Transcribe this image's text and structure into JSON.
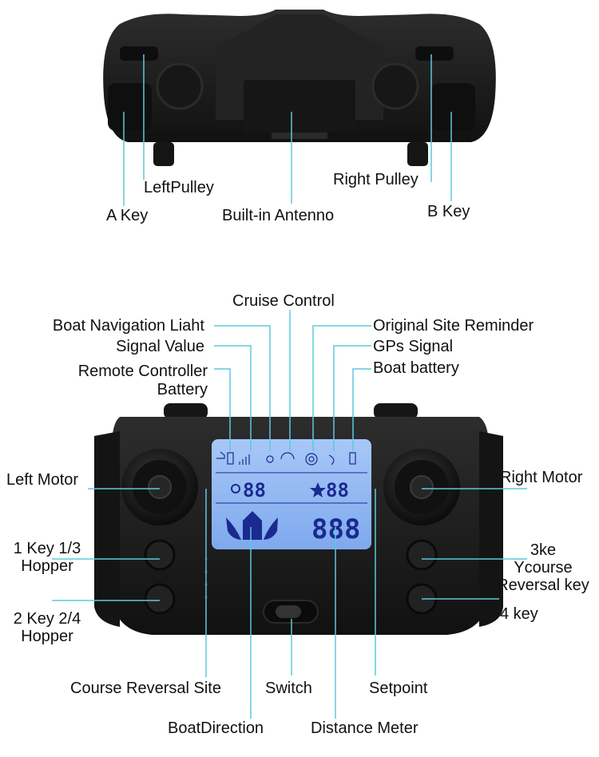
{
  "top_view_labels": {
    "left_pulley": "LeftPulley",
    "a_key": "A Key",
    "antenna": "Built-in Antenno",
    "right_pulley": "Right Pulley",
    "b_key": "B Key"
  },
  "front_view_labels": {
    "cruise_control": "Cruise Control",
    "nav_light": "Boat Navigation Liaht",
    "signal_value": "Signal Value",
    "rc_battery_1": "Remote Controller",
    "rc_battery_2": "Battery",
    "origin_reminder": "Original Site Reminder",
    "gps_signal": "GPs Signal",
    "boat_battery": "Boat battery",
    "left_motor": "Left Motor",
    "right_motor": "Right Motor",
    "key1_1": "1 Key 1/3",
    "key1_2": "Hopper",
    "key2_1": "2 Key 2/4",
    "key2_2": "Hopper",
    "key3_1": "3ke",
    "key3_2": "Ycourse",
    "key3_3": "Reversal key",
    "key4": "4 key",
    "course_reversal": "Course Reversal Site",
    "switch": "Switch",
    "setpoint": "Setpoint",
    "boat_direction": "BoatDirection",
    "distance_meter": "Distance Meter"
  },
  "lcd": {
    "left_value": "88",
    "right_value": "88",
    "distance_value": "888"
  },
  "colors": {
    "leader": "#5ec8dc",
    "body": "#1c1c1c",
    "lcd_bg": "#8fb7f2",
    "lcd_ink": "#1b2a8f"
  }
}
